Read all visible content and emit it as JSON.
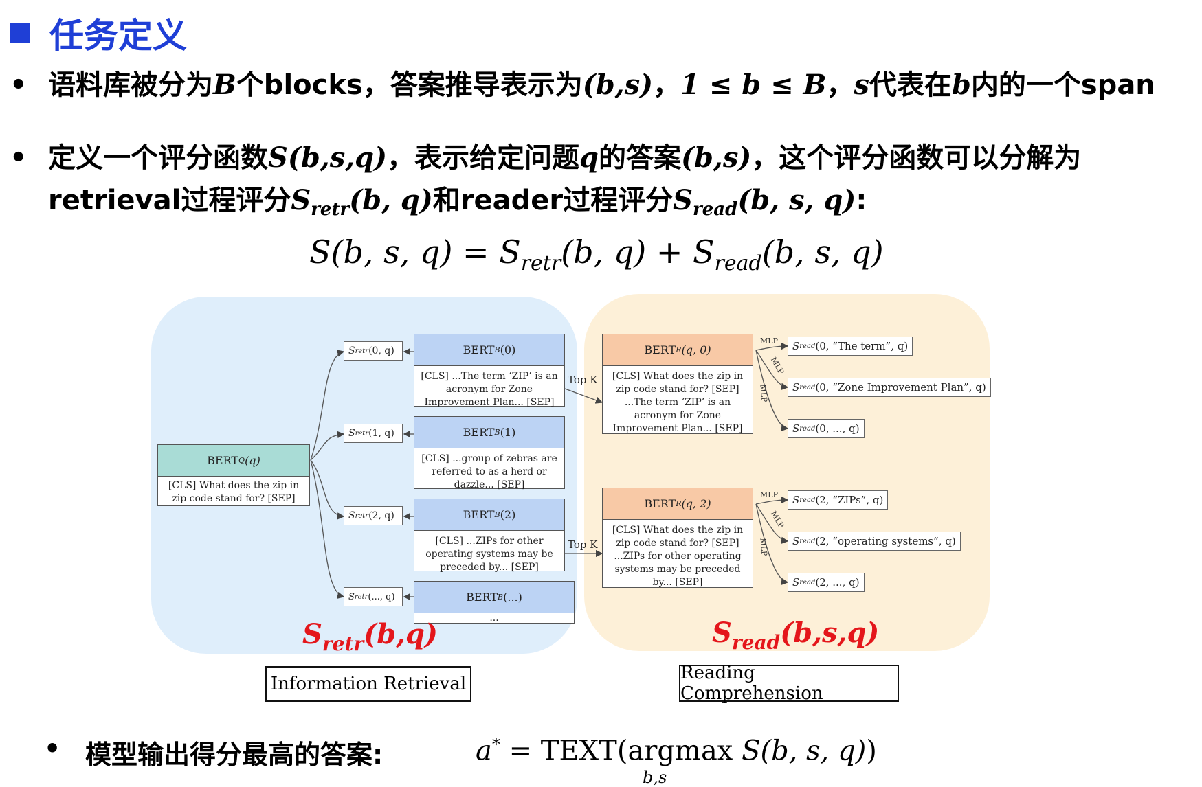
{
  "title": "任务定义",
  "bullets": {
    "b1_dot": "•",
    "b1_pre": "语料库被分为",
    "b1_B": "B",
    "b1_mid": "个blocks，答案推导表示为",
    "b1_pair": "(b,s)",
    "b1_sep": "，",
    "b1_range": "1 ≤ b ≤ B",
    "b1_sep2": "，",
    "b1_s": "s",
    "b1_tail1": "代表在",
    "b1_b": "b",
    "b1_tail2": "内的一个span",
    "b2_dot": "•",
    "b2_pre": "定义一个评分函数",
    "b2_S": "S(b,s,q)",
    "b2_mid": "，表示给定问题",
    "b2_q": "q",
    "b2_mid2": "的答案",
    "b2_pair": "(b,s)",
    "b2_tail": "，这个评分函数可以分解为",
    "b3_pre": "retrieval过程评分",
    "b3_S": "S",
    "b3_sub1": "retr",
    "b3_args1": "(b, q)",
    "b3_mid": "和reader过程评分",
    "b3_S2": "S",
    "b3_sub2": "read",
    "b3_args2": "(b, s, q)",
    "b3_tail": ":"
  },
  "formula": {
    "lhs": "S(b, s, q) = ",
    "S1": "S",
    "sub1": "retr",
    "args1": "(b, q) + ",
    "S2": "S",
    "sub2": "read",
    "args2": "(b, s, q)"
  },
  "diagram": {
    "query_box": {
      "head": "BERT",
      "head_sub": "Q",
      "head_args": "(q)",
      "body": "[CLS] What does the zip in zip code stand for? [SEP]"
    },
    "retr_scores": [
      {
        "S": "S",
        "sub": "retr",
        "args": "(0, q)"
      },
      {
        "S": "S",
        "sub": "retr",
        "args": "(1, q)"
      },
      {
        "S": "S",
        "sub": "retr",
        "args": "(2, q)"
      },
      {
        "S": "S",
        "sub": "retr",
        "args": "(..., q)"
      }
    ],
    "block_boxes": [
      {
        "head": "BERT",
        "head_sub": "B",
        "head_args": "(0)",
        "body": "[CLS] ...The term ‘ZIP’ is an acronym for Zone Improvement Plan... [SEP]"
      },
      {
        "head": "BERT",
        "head_sub": "B",
        "head_args": "(1)",
        "body": "[CLS] ...group of zebras are referred to as a herd or dazzle... [SEP]"
      },
      {
        "head": "BERT",
        "head_sub": "B",
        "head_args": "(2)",
        "body": "[CLS] ...ZIPs for other operating systems may be preceded by... [SEP]"
      },
      {
        "head": "BERT",
        "head_sub": "B",
        "head_args": "(...)",
        "body": "..."
      }
    ],
    "topk_labels": [
      "Top K",
      "Top K"
    ],
    "reader_boxes": [
      {
        "head": "BERT",
        "head_sub": "R",
        "head_args": "(q, 0)",
        "body": "[CLS] What does the zip in zip code stand for? [SEP] ...The term ‘ZIP’ is an acronym for Zone Improvement Plan... [SEP]"
      },
      {
        "head": "BERT",
        "head_sub": "R",
        "head_args": "(q, 2)",
        "body": "[CLS] What does the zip in zip code stand for? [SEP] ...ZIPs for other operating systems may be preceded by... [SEP]"
      }
    ],
    "read_scores": [
      {
        "S": "S",
        "sub": "read",
        "args": "(0, “The term”, q)"
      },
      {
        "S": "S",
        "sub": "read",
        "args": "(0, “Zone Improvement Plan”, q)"
      },
      {
        "S": "S",
        "sub": "read",
        "args": "(0, ..., q)"
      },
      {
        "S": "S",
        "sub": "read",
        "args": "(2, “ZIPs”, q)"
      },
      {
        "S": "S",
        "sub": "read",
        "args": "(2, “operating systems”, q)"
      },
      {
        "S": "S",
        "sub": "read",
        "args": "(2, ..., q)"
      }
    ],
    "mlp_label": "MLP",
    "red_retr": {
      "S": "S",
      "sub": "retr",
      "args": "(b,q)"
    },
    "red_read": {
      "S": "S",
      "sub": "read",
      "args": "(b,s,q)"
    },
    "caption_ir": "Information Retrieval",
    "caption_rc": "Reading Comprehension"
  },
  "final": {
    "dot": "•",
    "text": "模型输出得分最高的答案:",
    "formula_a": "a",
    "formula_star": "*",
    "formula_mid": " = TEXT(argmax ",
    "formula_S": "S(b, s, q)",
    "formula_end": ")",
    "under": "b,s"
  },
  "colors": {
    "title_blue": "#1f3fd6",
    "red": "#e4161b",
    "ir_panel": "#dfeefb",
    "rc_panel": "#fdf0d8",
    "bert_q": "#a9dcd6",
    "bert_b": "#bcd3f4",
    "bert_r": "#f8c9a6"
  }
}
